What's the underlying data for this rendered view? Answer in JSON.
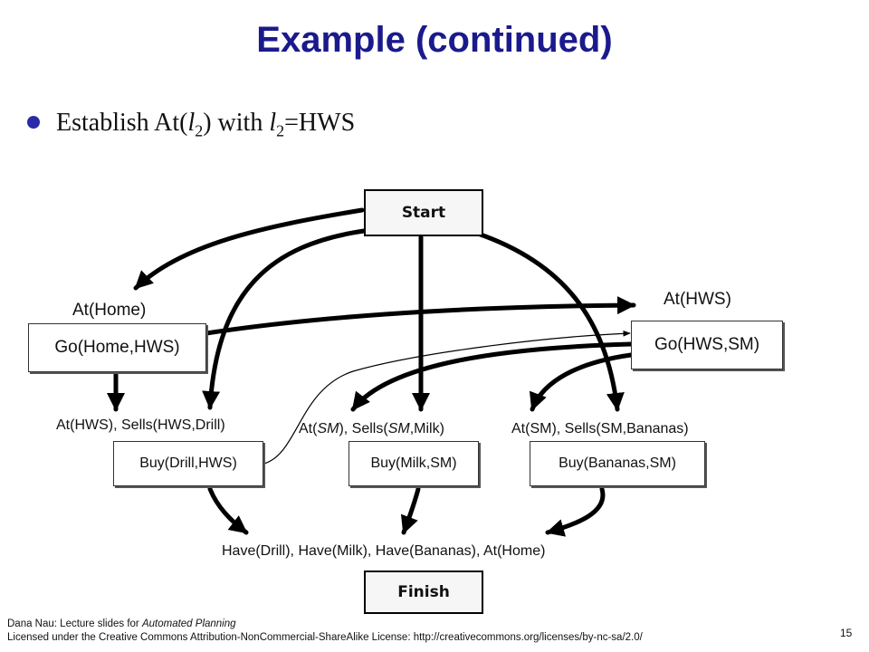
{
  "title": "Example (continued)",
  "bullet": {
    "prefix": "Establish At(",
    "var1": "l",
    "sub1": "2",
    "mid": ") with ",
    "var2": "l",
    "sub2": "2",
    "suffix": "=HWS"
  },
  "nodes": {
    "start": "Start",
    "go_home_hws": "Go(Home,HWS)",
    "go_hws_sm": "Go(HWS,SM)",
    "buy_drill": "Buy(Drill,HWS)",
    "buy_milk": "Buy(Milk,SM)",
    "buy_bananas": "Buy(Bananas,SM)",
    "finish": "Finish"
  },
  "labels": {
    "at_home": "At(Home)",
    "at_hws": "At(HWS)",
    "pre_drill": "At(HWS), Sells(HWS,Drill)",
    "pre_milk_a": "At(",
    "pre_milk_b": "SM",
    "pre_milk_c": "), Sells(",
    "pre_milk_d": "SM",
    "pre_milk_e": ",Milk)",
    "pre_bananas": "At(SM), Sells(SM,Bananas)",
    "goal": "Have(Drill), Have(Milk), Have(Bananas), At(Home)"
  },
  "footer": {
    "line1_prefix": "Dana Nau: Lecture slides for ",
    "line1_book": "Automated Planning",
    "line2": "Licensed under the Creative Commons Attribution-NonCommercial-ShareAlike License: http://creativecommons.org/licenses/by-nc-sa/2.0/"
  },
  "page_number": "15",
  "colors": {
    "title": "#1a1a8c",
    "bullet": "#2a2aa8"
  }
}
